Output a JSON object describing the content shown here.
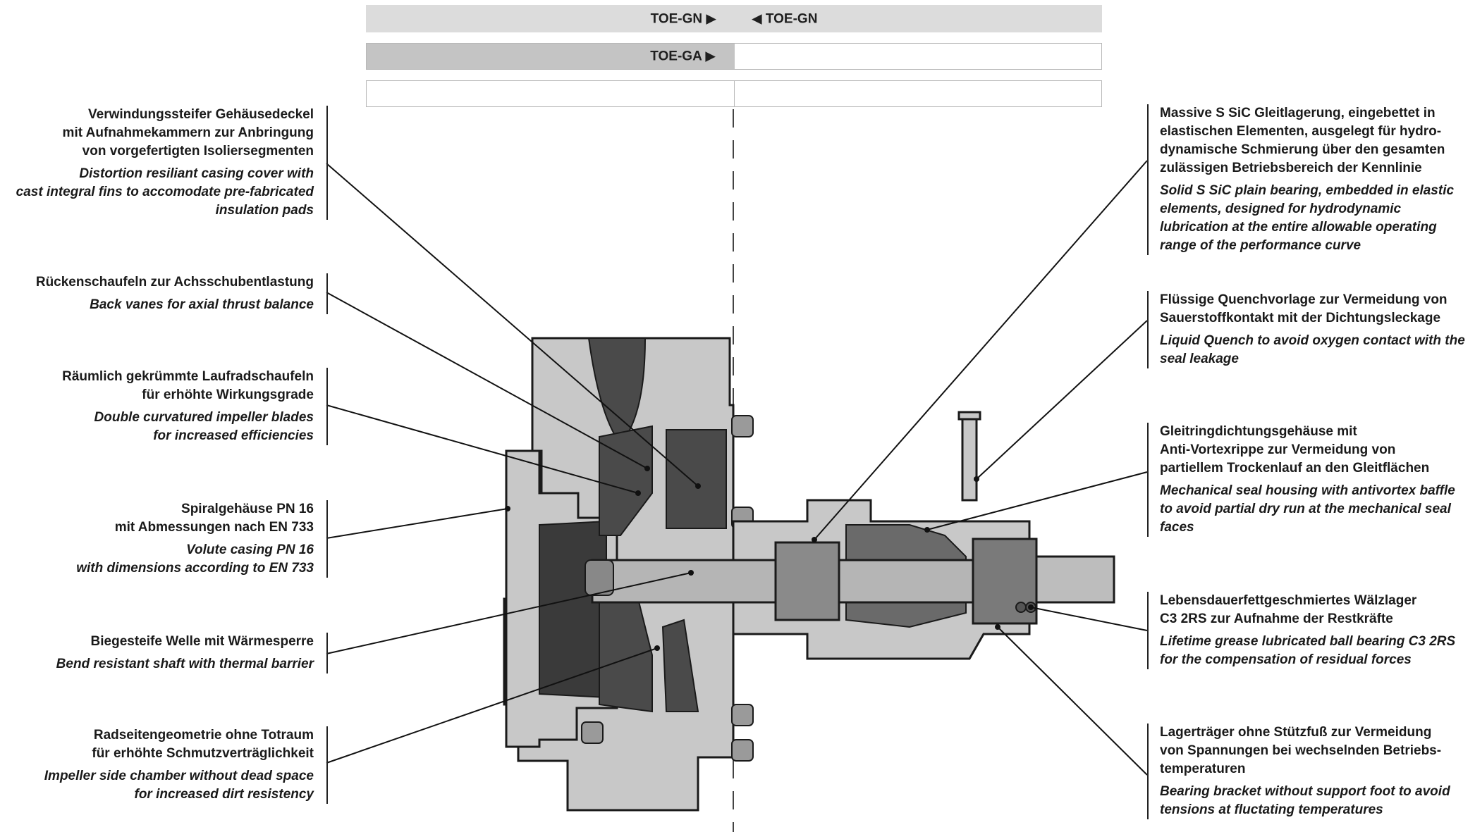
{
  "header": {
    "row1_left": "TOE-GN ▶",
    "row1_right": "◀ TOE-GN",
    "row2_left": "TOE-GA ▶"
  },
  "callouts_left": [
    {
      "de": [
        "Verwindungssteifer Gehäusedeckel",
        "mit Aufnahmekammern zur Anbringung",
        "von vorgefertigten Isoliersegmenten"
      ],
      "en": [
        "Distortion resiliant casing cover with",
        "cast integral fins to accomodate pre-fabricated",
        "insulation pads"
      ]
    },
    {
      "de": [
        "Rückenschaufeln zur Achsschubentlastung"
      ],
      "en": [
        "Back vanes for axial thrust balance"
      ]
    },
    {
      "de": [
        "Räumlich gekrümmte Laufradschaufeln",
        "für erhöhte Wirkungsgrade"
      ],
      "en": [
        "Double curvatured impeller blades",
        "for increased efficiencies"
      ]
    },
    {
      "de": [
        "Spiralgehäuse PN 16",
        "mit Abmessungen nach EN 733"
      ],
      "en": [
        "Volute casing PN 16",
        "with dimensions according to EN 733"
      ]
    },
    {
      "de": [
        "Biegesteife Welle mit Wärmesperre"
      ],
      "en": [
        "Bend resistant shaft with thermal barrier"
      ]
    },
    {
      "de": [
        "Radseitengeometrie ohne Totraum",
        "für erhöhte Schmutzverträglichkeit"
      ],
      "en": [
        "Impeller side chamber without dead space",
        "for increased dirt resistency"
      ]
    }
  ],
  "callouts_right": [
    {
      "de": [
        "Massive S SiC Gleitlagerung, eingebettet in",
        "elastischen Elementen, ausgelegt für hydro-",
        "dynamische Schmierung über den gesamten",
        "zulässigen Betriebsbereich der Kennlinie"
      ],
      "en": [
        "Solid S SiC plain bearing, embedded in elastic",
        "elements, designed for hydrodynamic",
        "lubrication at the entire allowable operating",
        "range of the performance curve"
      ]
    },
    {
      "de": [
        "Flüssige Quenchvorlage zur Vermeidung von",
        "Sauerstoffkontakt mit der Dichtungsleckage"
      ],
      "en": [
        "Liquid Quench to avoid oxygen contact with the",
        "seal leakage"
      ]
    },
    {
      "de": [
        "Gleitringdichtungsgehäuse mit",
        "Anti-Vortexrippe zur Vermeidung von",
        "partiellem Trockenlauf an den Gleitflächen"
      ],
      "en": [
        "Mechanical seal housing with antivortex baffle",
        "to avoid partial dry run at the mechanical seal",
        "faces"
      ]
    },
    {
      "de": [
        "Lebensdauerfettgeschmiertes Wälzlager",
        "C3 2RS zur Aufnahme der Restkräfte"
      ],
      "en": [
        "Lifetime grease lubricated ball bearing C3 2RS",
        "for the compensation of residual forces"
      ]
    },
    {
      "de": [
        "Lagerträger ohne Stützfuß zur Vermeidung",
        "von Spannungen bei wechselnden Betriebs-",
        "temperaturen"
      ],
      "en": [
        "Bearing bracket without support foot to avoid",
        "tensions at fluctating temperatures"
      ]
    }
  ],
  "colors": {
    "bar_light": "#dcdcdc",
    "bar_mid": "#c4c4c4",
    "casing": "#c8c8c8",
    "dark_cast": "#4a4a4a",
    "outline": "#1a1a1a"
  }
}
